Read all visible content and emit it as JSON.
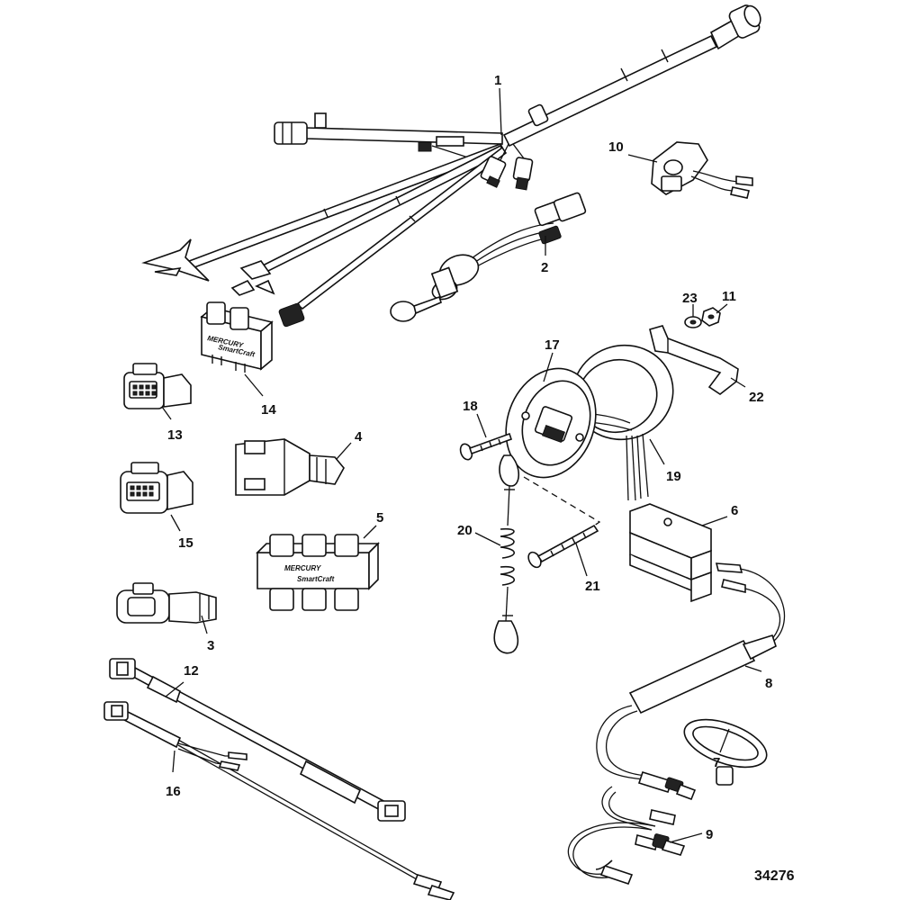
{
  "figure_number": "34276",
  "callouts": {
    "c1": "1",
    "c2": "2",
    "c3": "3",
    "c4": "4",
    "c5": "5",
    "c6": "6",
    "c7": "7",
    "c8": "8",
    "c9": "9",
    "c10": "10",
    "c11": "11",
    "c12": "12",
    "c13": "13",
    "c14": "14",
    "c15": "15",
    "c16": "16",
    "c17": "17",
    "c18": "18",
    "c19": "19",
    "c20": "20",
    "c21": "21",
    "c22": "22",
    "c23": "23"
  },
  "labels": {
    "brand_14_a": "MERCURY",
    "brand_14_b": "SmartCraft",
    "brand_5_a": "MERCURY",
    "brand_5_b": "SmartCraft"
  }
}
